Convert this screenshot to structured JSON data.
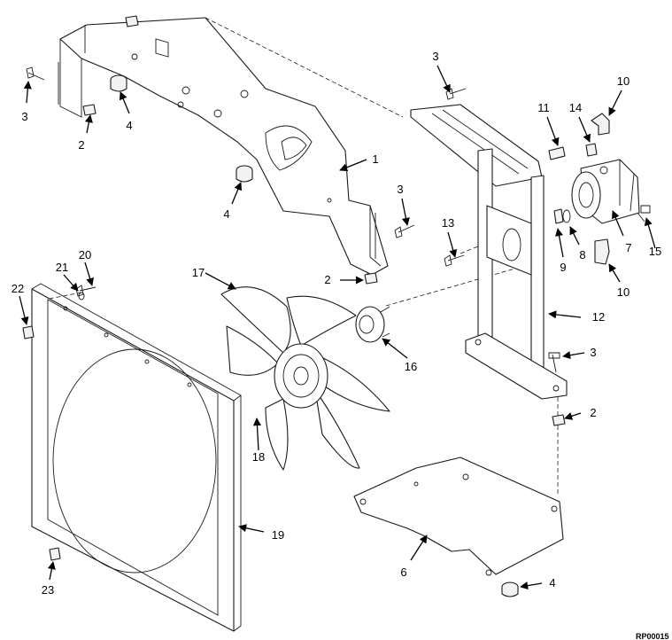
{
  "diagram": {
    "callouts": [
      "1",
      "2",
      "3",
      "4",
      "6",
      "7",
      "8",
      "9",
      "10",
      "11",
      "12",
      "13",
      "14",
      "15",
      "16",
      "17",
      "18",
      "19",
      "20",
      "21",
      "22",
      "23"
    ],
    "reference_code": "RP00015"
  }
}
